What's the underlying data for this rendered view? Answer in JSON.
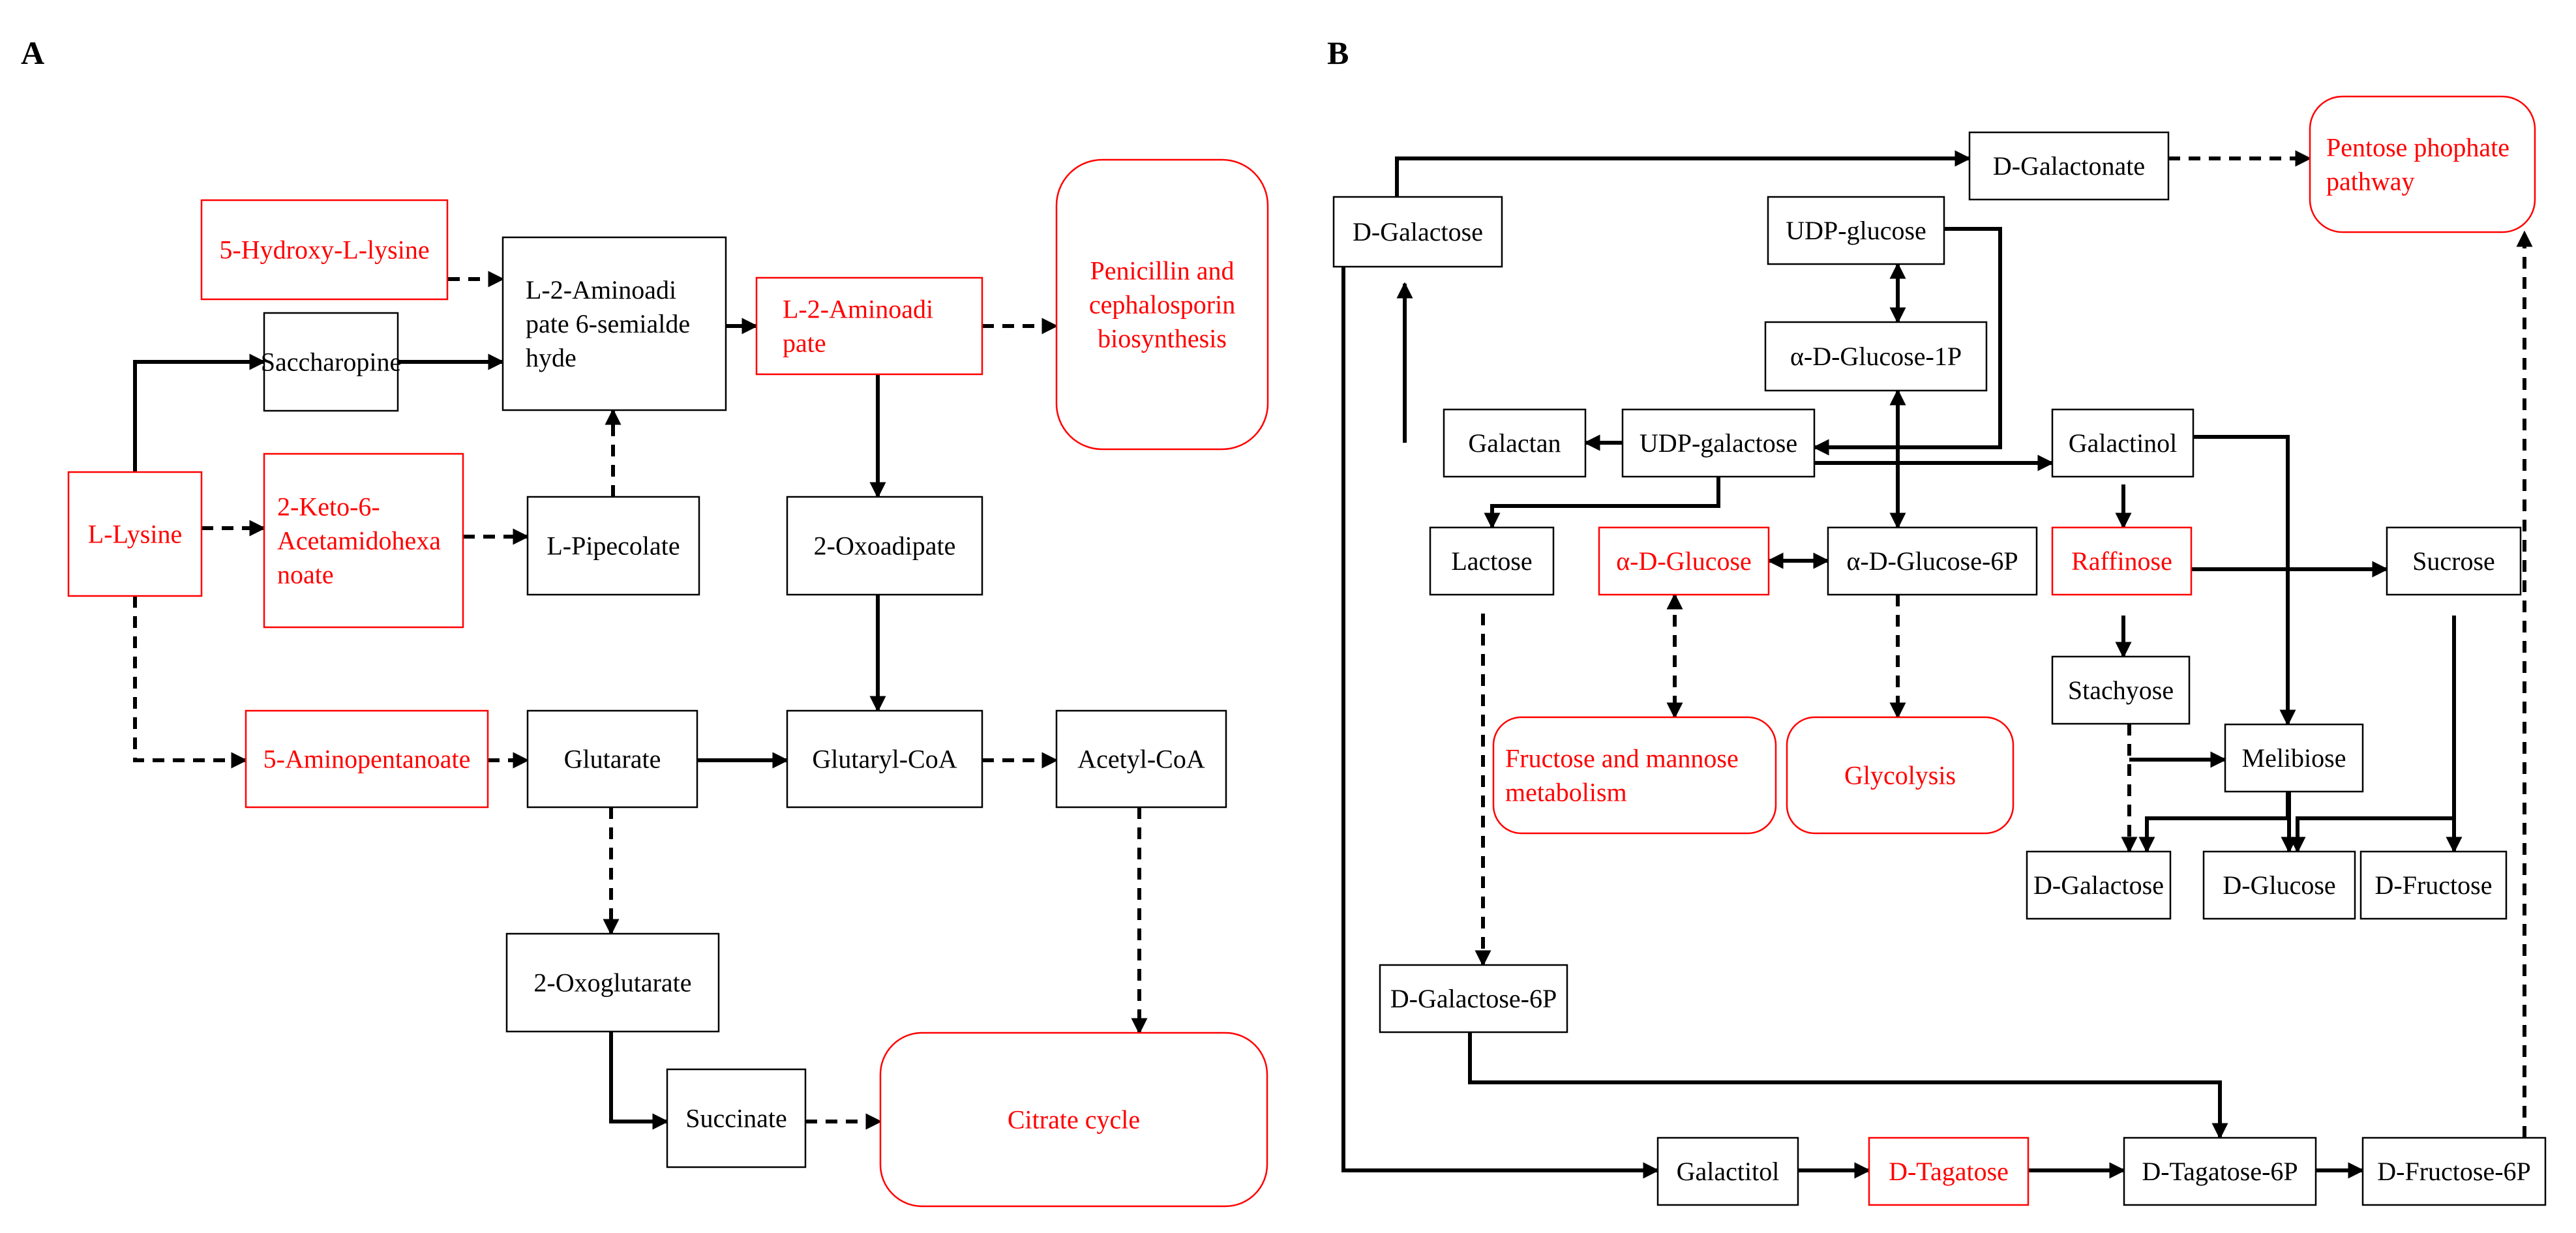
{
  "panels": {
    "a": "A",
    "b": "B"
  },
  "colors": {
    "black": "#000000",
    "red": "#ff0000"
  },
  "nodes": {
    "a_hydroxylysine": {
      "lines": [
        "5-Hydroxy-L-lysine"
      ],
      "highlight": true,
      "shape": "rect"
    },
    "a_semialdehyde": {
      "lines": [
        "L-2-Aminoadi",
        "pate 6-semialde",
        "hyde"
      ],
      "highlight": false,
      "shape": "rect"
    },
    "a_aminoadipate": {
      "lines": [
        "L-2-Aminoadi",
        "pate"
      ],
      "highlight": true,
      "shape": "rect"
    },
    "a_penicillin": {
      "lines": [
        "Penicillin and",
        "cephalosporin",
        "biosynthesis"
      ],
      "highlight": true,
      "shape": "rounded"
    },
    "a_saccharopine": {
      "lines": [
        "Saccharopine"
      ],
      "highlight": false,
      "shape": "rect"
    },
    "a_lysine": {
      "lines": [
        "L-Lysine"
      ],
      "highlight": true,
      "shape": "rect"
    },
    "a_ketoacetamido": {
      "lines": [
        "2-Keto-6-",
        "Acetamidohexa",
        "noate"
      ],
      "highlight": true,
      "shape": "rect"
    },
    "a_pipecolate": {
      "lines": [
        "L-Pipecolate"
      ],
      "highlight": false,
      "shape": "rect"
    },
    "a_oxoadipate": {
      "lines": [
        "2-Oxoadipate"
      ],
      "highlight": false,
      "shape": "rect"
    },
    "a_aminopentanoate": {
      "lines": [
        "5-Aminopentanoate"
      ],
      "highlight": true,
      "shape": "rect"
    },
    "a_glutarate": {
      "lines": [
        "Glutarate"
      ],
      "highlight": false,
      "shape": "rect"
    },
    "a_glutarylcoa": {
      "lines": [
        "Glutaryl-CoA"
      ],
      "highlight": false,
      "shape": "rect"
    },
    "a_acetylcoa": {
      "lines": [
        "Acetyl-CoA"
      ],
      "highlight": false,
      "shape": "rect"
    },
    "a_oxoglutarate": {
      "lines": [
        "2-Oxoglutarate"
      ],
      "highlight": false,
      "shape": "rect"
    },
    "a_succinate": {
      "lines": [
        "Succinate"
      ],
      "highlight": false,
      "shape": "rect"
    },
    "a_citrate": {
      "lines": [
        "Citrate cycle"
      ],
      "highlight": true,
      "shape": "rounded"
    },
    "b_dgalactose_top": {
      "lines": [
        "D-Galactose"
      ],
      "highlight": false,
      "shape": "rect"
    },
    "b_dgalactonate": {
      "lines": [
        "D-Galactonate"
      ],
      "highlight": false,
      "shape": "rect"
    },
    "b_pentose": {
      "lines": [
        "Pentose phophate",
        "pathway"
      ],
      "highlight": true,
      "shape": "rounded"
    },
    "b_udpglucose": {
      "lines": [
        "UDP-glucose"
      ],
      "highlight": false,
      "shape": "rect"
    },
    "b_glucose1p": {
      "lines": [
        "α-D-Glucose-1P"
      ],
      "highlight": false,
      "shape": "rect"
    },
    "b_galactan": {
      "lines": [
        "Galactan"
      ],
      "highlight": false,
      "shape": "rect"
    },
    "b_udpgalactose": {
      "lines": [
        "UDP-galactose"
      ],
      "highlight": false,
      "shape": "rect"
    },
    "b_galactinol": {
      "lines": [
        "Galactinol"
      ],
      "highlight": false,
      "shape": "rect"
    },
    "b_lactose": {
      "lines": [
        "Lactose"
      ],
      "highlight": false,
      "shape": "rect"
    },
    "b_adglucose": {
      "lines": [
        "α-D-Glucose"
      ],
      "highlight": true,
      "shape": "rect"
    },
    "b_glucose6p": {
      "lines": [
        "α-D-Glucose-6P"
      ],
      "highlight": false,
      "shape": "rect"
    },
    "b_raffinose": {
      "lines": [
        "Raffinose"
      ],
      "highlight": true,
      "shape": "rect"
    },
    "b_sucrose": {
      "lines": [
        "Sucrose"
      ],
      "highlight": false,
      "shape": "rect"
    },
    "b_stachyose": {
      "lines": [
        "Stachyose"
      ],
      "highlight": false,
      "shape": "rect"
    },
    "b_fructose_mannose": {
      "lines": [
        "Fructose and mannose",
        "metabolism"
      ],
      "highlight": true,
      "shape": "rounded"
    },
    "b_glycolysis": {
      "lines": [
        "Glycolysis"
      ],
      "highlight": true,
      "shape": "rounded"
    },
    "b_melibiose": {
      "lines": [
        "Melibiose"
      ],
      "highlight": false,
      "shape": "rect"
    },
    "b_dgalactose_bottom": {
      "lines": [
        "D-Galactose"
      ],
      "highlight": false,
      "shape": "rect"
    },
    "b_dglucose": {
      "lines": [
        "D-Glucose"
      ],
      "highlight": false,
      "shape": "rect"
    },
    "b_dfructose": {
      "lines": [
        "D-Fructose"
      ],
      "highlight": false,
      "shape": "rect"
    },
    "b_galactose6p": {
      "lines": [
        "D-Galactose-6P"
      ],
      "highlight": false,
      "shape": "rect"
    },
    "b_galactitol": {
      "lines": [
        "Galactitol"
      ],
      "highlight": false,
      "shape": "rect"
    },
    "b_dtagatose": {
      "lines": [
        "D-Tagatose"
      ],
      "highlight": true,
      "shape": "rect"
    },
    "b_dtagatose6p": {
      "lines": [
        "D-Tagatose-6P"
      ],
      "highlight": false,
      "shape": "rect"
    },
    "b_dfructose6p": {
      "lines": [
        "D-Fructose-6P"
      ],
      "highlight": false,
      "shape": "rect"
    }
  },
  "edges": [
    {
      "from": "a_hydroxylysine",
      "to": "a_semialdehyde",
      "style": "dashed"
    },
    {
      "from": "a_saccharopine",
      "to": "a_semialdehyde",
      "style": "solid"
    },
    {
      "from": "a_lysine",
      "to": "a_saccharopine",
      "style": "solid"
    },
    {
      "from": "a_lysine",
      "to": "a_ketoacetamido",
      "style": "dashed"
    },
    {
      "from": "a_ketoacetamido",
      "to": "a_pipecolate",
      "style": "dashed"
    },
    {
      "from": "a_pipecolate",
      "to": "a_semialdehyde",
      "style": "dashed"
    },
    {
      "from": "a_semialdehyde",
      "to": "a_aminoadipate",
      "style": "solid"
    },
    {
      "from": "a_aminoadipate",
      "to": "a_penicillin",
      "style": "dashed"
    },
    {
      "from": "a_aminoadipate",
      "to": "a_oxoadipate",
      "style": "solid"
    },
    {
      "from": "a_oxoadipate",
      "to": "a_glutarylcoa",
      "style": "solid"
    },
    {
      "from": "a_lysine",
      "to": "a_aminopentanoate",
      "style": "dashed"
    },
    {
      "from": "a_aminopentanoate",
      "to": "a_glutarate",
      "style": "dashed"
    },
    {
      "from": "a_glutarate",
      "to": "a_glutarylcoa",
      "style": "solid"
    },
    {
      "from": "a_glutarylcoa",
      "to": "a_acetylcoa",
      "style": "dashed"
    },
    {
      "from": "a_glutarate",
      "to": "a_oxoglutarate",
      "style": "dashed"
    },
    {
      "from": "a_acetylcoa",
      "to": "a_citrate",
      "style": "dashed"
    },
    {
      "from": "a_oxoglutarate",
      "to": "a_succinate",
      "style": "solid"
    },
    {
      "from": "a_succinate",
      "to": "a_citrate",
      "style": "dashed"
    },
    {
      "from": "b_dgalactose_top",
      "to": "b_dgalactonate",
      "style": "solid"
    },
    {
      "from": "b_dgalactonate",
      "to": "b_pentose",
      "style": "dashed"
    },
    {
      "from": "b_udpglucose",
      "to": "b_glucose1p",
      "style": "solid",
      "bidirectional": true
    },
    {
      "from": "b_galactan",
      "to": "b_dgalactose_top",
      "style": "solid"
    },
    {
      "from": "b_udpgalactose",
      "to": "b_galactan",
      "style": "solid"
    },
    {
      "from": "b_udpglucose",
      "to": "b_udpgalactose",
      "style": "solid"
    },
    {
      "from": "b_udpgalactose",
      "to": "b_galactinol",
      "style": "solid"
    },
    {
      "from": "b_glucose1p",
      "to": "b_glucose6p",
      "style": "solid",
      "bidirectional": true
    },
    {
      "from": "b_udpgalactose",
      "to": "b_lactose",
      "style": "solid"
    },
    {
      "from": "b_adglucose",
      "to": "b_glucose6p",
      "style": "solid",
      "bidirectional": true
    },
    {
      "from": "b_adglucose",
      "to": "b_fructose_mannose",
      "style": "dashed",
      "bidirectional": true
    },
    {
      "from": "b_glucose6p",
      "to": "b_glycolysis",
      "style": "dashed"
    },
    {
      "from": "b_galactinol",
      "to": "b_raffinose",
      "style": "solid"
    },
    {
      "from": "b_raffinose",
      "to": "b_sucrose",
      "style": "solid"
    },
    {
      "from": "b_raffinose",
      "to": "b_stachyose",
      "style": "solid"
    },
    {
      "from": "b_galactinol",
      "to": "b_melibiose",
      "style": "solid"
    },
    {
      "from": "b_stachyose",
      "to": "b_melibiose",
      "style": "solid"
    },
    {
      "from": "b_stachyose",
      "to": "b_dgalactose_bottom",
      "style": "dashed"
    },
    {
      "from": "b_melibiose",
      "to": "b_dgalactose_bottom",
      "style": "solid"
    },
    {
      "from": "b_melibiose",
      "to": "b_dglucose",
      "style": "solid"
    },
    {
      "from": "b_sucrose",
      "to": "b_dglucose",
      "style": "solid"
    },
    {
      "from": "b_sucrose",
      "to": "b_dfructose",
      "style": "solid"
    },
    {
      "from": "b_lactose",
      "to": "b_galactose6p",
      "style": "dashed"
    },
    {
      "from": "b_galactose6p",
      "to": "b_dtagatose6p",
      "style": "solid"
    },
    {
      "from": "b_dgalactose_top",
      "to": "b_galactitol",
      "style": "solid"
    },
    {
      "from": "b_galactitol",
      "to": "b_dtagatose",
      "style": "solid"
    },
    {
      "from": "b_dtagatose",
      "to": "b_dtagatose6p",
      "style": "solid"
    },
    {
      "from": "b_dtagatose6p",
      "to": "b_dfructose6p",
      "style": "solid"
    },
    {
      "from": "b_dfructose6p",
      "to": "b_pentose",
      "style": "dashed"
    }
  ]
}
